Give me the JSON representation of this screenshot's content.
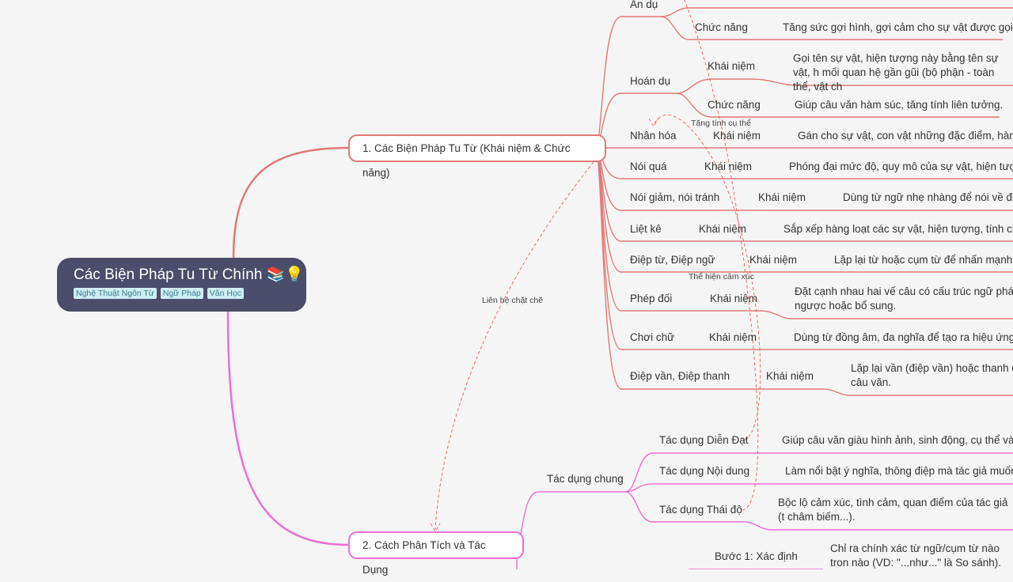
{
  "root": {
    "title": "Các Biện Pháp Tu Từ Chính",
    "emoji": "📚💡",
    "tags": [
      "Nghệ Thuật Ngôn Từ",
      "Ngữ Pháp",
      "Văn Học"
    ]
  },
  "branch1": {
    "label": "1. Các Biện Pháp Tu Từ (Khái niệm & Chức năng)",
    "color": "#e07a78",
    "items": [
      {
        "label": "Ẩn dụ",
        "children": [
          {
            "label": "Chức năng",
            "desc": "Tăng sức gợi hình, gợi cảm cho sự vật được gọi."
          }
        ]
      },
      {
        "label": "Hoán dụ",
        "children": [
          {
            "label": "Khái niệm",
            "desc": "Gọi tên sự vật, hiện tượng này bằng tên sự vật, h mối quan hệ gần gũi (bộ phận - toàn thể, vật ch"
          },
          {
            "label": "Chức năng",
            "desc": "Giúp câu văn hàm súc, tăng tính liên tưởng."
          }
        ]
      },
      {
        "label": "Nhân hóa",
        "children": [
          {
            "label": "Khái niệm",
            "desc": "Gán cho sự vật, con vật những đặc điểm, hành"
          }
        ]
      },
      {
        "label": "Nói quá",
        "children": [
          {
            "label": "Khái niệm",
            "desc": "Phóng đại mức độ, quy mô của sự vật, hiện tượng"
          }
        ]
      },
      {
        "label": "Nói giảm, nói tránh",
        "children": [
          {
            "label": "Khái niệm",
            "desc": "Dùng từ ngữ nhẹ nhàng để nói về điề"
          }
        ]
      },
      {
        "label": "Liệt kê",
        "children": [
          {
            "label": "Khái niệm",
            "desc": "Sắp xếp hàng loạt các sự vật, hiện tượng, tính chấ"
          }
        ]
      },
      {
        "label": "Điệp từ, Điệp ngữ",
        "children": [
          {
            "label": "Khái niệm",
            "desc": "Lặp lại từ hoặc cụm từ để nhấn mạnh ý"
          }
        ]
      },
      {
        "label": "Phép đối",
        "children": [
          {
            "label": "Khái niệm",
            "desc": "Đặt cạnh nhau hai vế câu có cấu trúc ngữ pháp ngược hoặc bổ sung."
          }
        ]
      },
      {
        "label": "Chơi chữ",
        "children": [
          {
            "label": "Khái niệm",
            "desc": "Dùng từ đồng âm, đa nghĩa để tạo ra hiệu ứng h"
          }
        ]
      },
      {
        "label": "Điệp vần, Điệp thanh",
        "children": [
          {
            "label": "Khái niệm",
            "desc": "Lặp lại vần (điệp vần) hoặc thanh đ câu văn."
          }
        ]
      }
    ]
  },
  "branch2": {
    "label": "2. Cách Phân Tích và Tác Dụng",
    "color": "#ec6fd2",
    "items": [
      {
        "label": "Tác dụng chung",
        "children": [
          {
            "label": "Tác dụng Diễn Đạt",
            "desc": "Giúp câu văn giàu hình ảnh, sinh động, cụ thể và d"
          },
          {
            "label": "Tác dụng Nội dung",
            "desc": "Làm nổi bật ý nghĩa, thông điệp mà tác giả muốn"
          },
          {
            "label": "Tác dụng Thái độ",
            "desc": "Bộc lộ cảm xúc, tình cảm, quan điểm của tác giả (t châm biếm...)."
          }
        ]
      },
      {
        "label": "Bước 1: Xác định",
        "desc": "Chỉ ra chính xác từ ngữ/cụm từ nào tron nào (VD: \"...như...\" là So sánh)."
      }
    ]
  },
  "relations": [
    "Liên hệ chặt chẽ",
    "Tăng tính cụ thể",
    "Thể hiện cảm xúc"
  ]
}
